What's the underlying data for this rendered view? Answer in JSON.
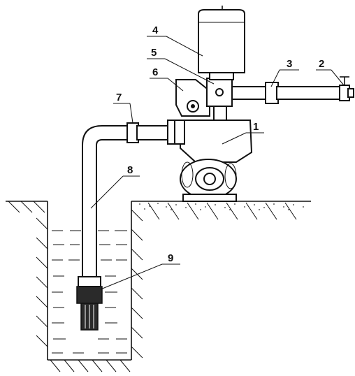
{
  "diagram": {
    "callouts": [
      {
        "id": "1",
        "label": "1"
      },
      {
        "id": "2",
        "label": "2"
      },
      {
        "id": "3",
        "label": "3"
      },
      {
        "id": "4",
        "label": "4"
      },
      {
        "id": "5",
        "label": "5"
      },
      {
        "id": "6",
        "label": "6"
      },
      {
        "id": "7",
        "label": "7"
      },
      {
        "id": "8",
        "label": "8"
      },
      {
        "id": "9",
        "label": "9"
      }
    ],
    "colors": {
      "ink": "#111111",
      "background": "#ffffff",
      "dark_part": "#2a2a2a"
    }
  }
}
